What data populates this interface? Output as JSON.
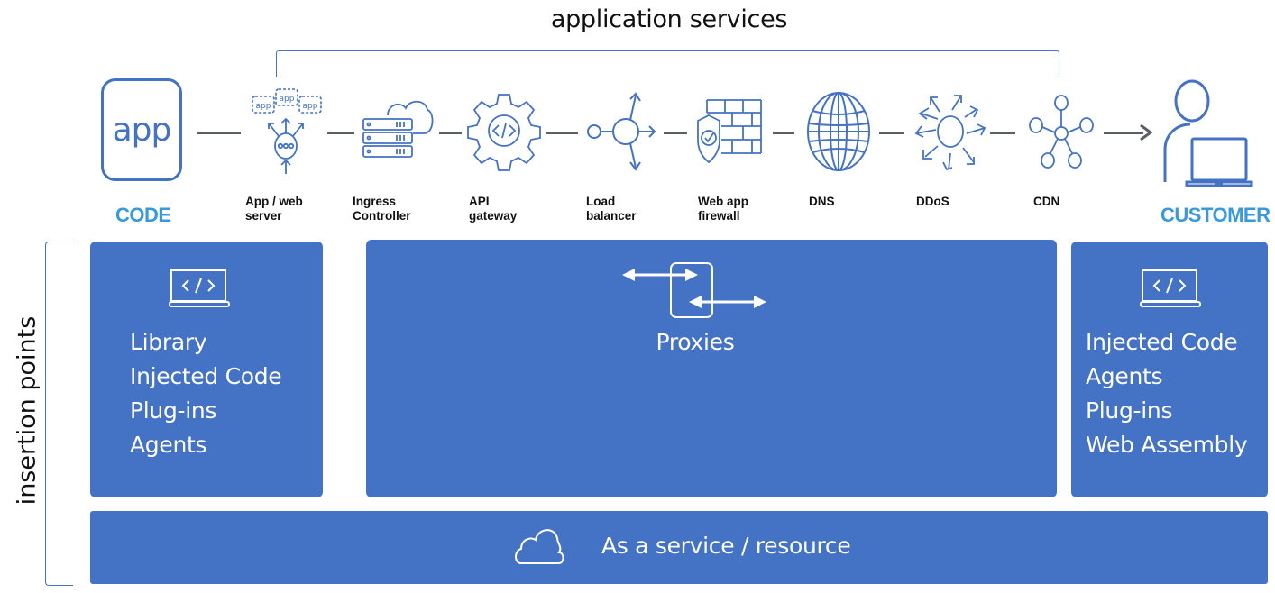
{
  "header": {
    "title": "application services"
  },
  "side_label": "insertion points",
  "endpoints": {
    "code": {
      "label": "CODE",
      "icon_text": "app",
      "icon": "app-icon"
    },
    "customer": {
      "label": "CUSTOMER",
      "icon": "user-laptop-icon"
    }
  },
  "pipeline": [
    {
      "label_line1": "App / web",
      "label_line2": "server",
      "icon": "app-server-icon",
      "icon_text": "app"
    },
    {
      "label_line1": "Ingress",
      "label_line2": "Controller",
      "icon": "server-cloud-icon"
    },
    {
      "label_line1": "API",
      "label_line2": "gateway",
      "icon": "gear-code-icon"
    },
    {
      "label_line1": "Load",
      "label_line2": "balancer",
      "icon": "load-balancer-icon"
    },
    {
      "label_line1": "Web app",
      "label_line2": "firewall",
      "icon": "shield-firewall-icon"
    },
    {
      "label_line1": "DNS",
      "label_line2": "",
      "icon": "globe-icon"
    },
    {
      "label_line1": "DDoS",
      "label_line2": "",
      "icon": "ddos-icon"
    },
    {
      "label_line1": "CDN",
      "label_line2": "",
      "icon": "network-hub-icon"
    }
  ],
  "panels": {
    "code": {
      "icon": "laptop-code-icon",
      "items": [
        "Library",
        "Injected Code",
        "Plug-ins",
        "Agents"
      ]
    },
    "proxies": {
      "icon": "proxy-arrows-icon",
      "label": "Proxies"
    },
    "customer": {
      "icon": "laptop-code-icon",
      "items": [
        "Injected Code",
        "Agents",
        "Plug-ins",
        "Web Assembly"
      ]
    },
    "service": {
      "icon": "cloud-icon",
      "label": "As a service / resource"
    }
  },
  "colors": {
    "panel_blue": "#4472c4",
    "icon_blue": "#4472c4",
    "endpoint_label": "#3a9ad9",
    "connector": "#5b5f66"
  }
}
